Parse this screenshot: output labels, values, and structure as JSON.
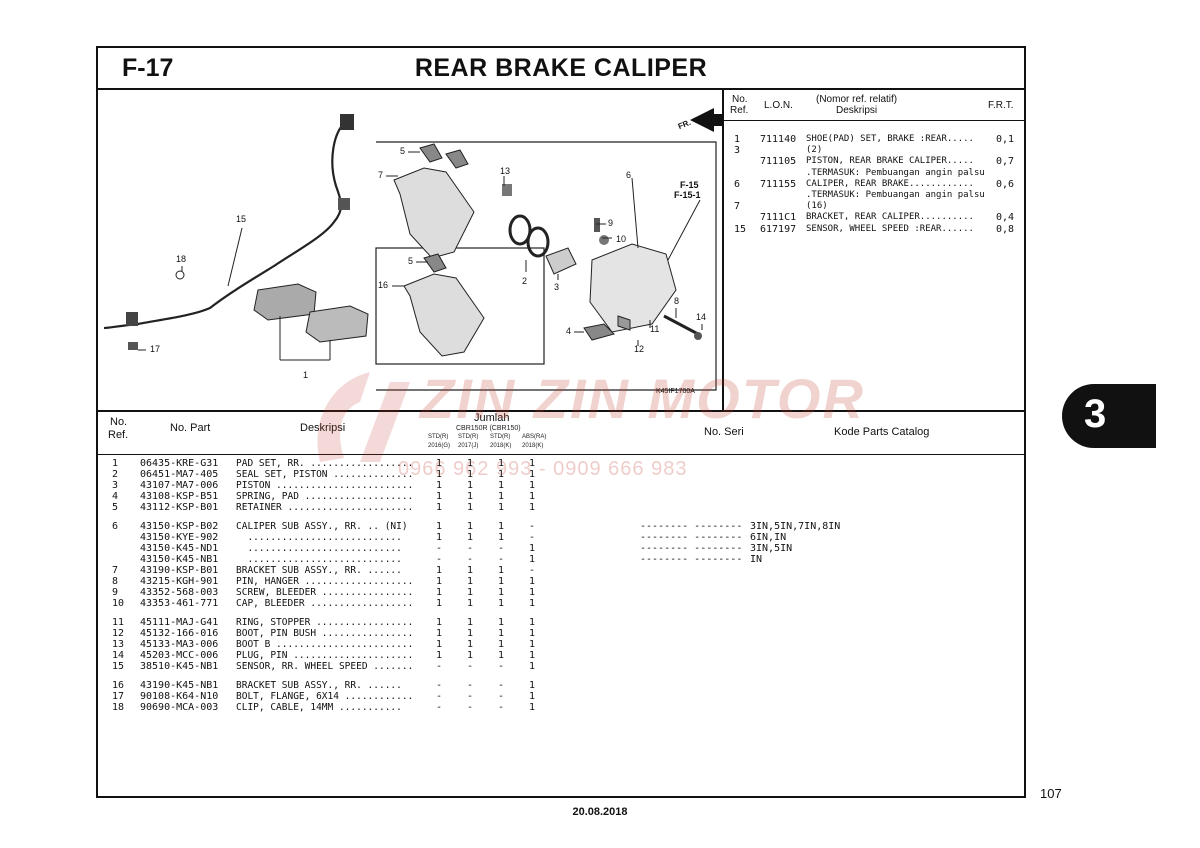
{
  "section": {
    "code": "F-17",
    "title": "REAR BRAKE CALIPER"
  },
  "frt_header": {
    "no_ref_1": "No.",
    "no_ref_2": "Ref.",
    "lon": "L.O.N.",
    "desc_1": "(Nomor ref. relatif)",
    "desc_2": "Deskripsi",
    "frt": "F.R.T."
  },
  "frt_rows": [
    {
      "ref": "1",
      "lon": "711140",
      "desc": "SHOE(PAD) SET, BRAKE :REAR.....",
      "frt": "0,1"
    },
    {
      "ref": "3",
      "lon": "",
      "desc": "(2)",
      "frt": ""
    },
    {
      "ref": "",
      "lon": "711105",
      "desc": "PISTON, REAR BRAKE CALIPER.....",
      "frt": "0,7"
    },
    {
      "ref": "",
      "lon": "",
      "desc": ".TERMASUK: Pembuangan angin palsu",
      "frt": ""
    },
    {
      "ref": "6",
      "lon": "711155",
      "desc": "CALIPER, REAR BRAKE............",
      "frt": "0,6"
    },
    {
      "ref": "",
      "lon": "",
      "desc": ".TERMASUK: Pembuangan angin palsu",
      "frt": ""
    },
    {
      "ref": "7",
      "lon": "",
      "desc": "(16)",
      "frt": ""
    },
    {
      "ref": "",
      "lon": "7111C1",
      "desc": "BRACKET, REAR CALIPER..........",
      "frt": "0,4"
    },
    {
      "ref": "15",
      "lon": "617197",
      "desc": "SENSOR, WHEEL SPEED :REAR......",
      "frt": "0,8"
    }
  ],
  "diagram": {
    "fr_label": "FR.",
    "ref_labels": [
      "F-15",
      "F-15-1"
    ],
    "callouts": [
      "1",
      "2",
      "3",
      "4",
      "5",
      "5",
      "6",
      "7",
      "8",
      "9",
      "10",
      "11",
      "12",
      "13",
      "14",
      "15",
      "16",
      "17",
      "18"
    ],
    "code": "K45IF1700A"
  },
  "parts_header": {
    "no_ref_1": "No.",
    "no_ref_2": "Ref.",
    "no_part": "No. Part",
    "desc": "Deskripsi",
    "jumlah": "Jumlah",
    "models": "CBR150R (CBR150)",
    "cols": [
      "STD(R)",
      "STD(R)",
      "STD(R)",
      "ABS(RA)"
    ],
    "years": [
      "2016(G)",
      "2017(J)",
      "2018(K)",
      "2018(K)"
    ],
    "no_seri": "No. Seri",
    "kode": "Kode Parts Catalog"
  },
  "parts": [
    {
      "ref": "1",
      "part": "06435-KRE-G31",
      "desc": "PAD SET, RR. ..................",
      "q": [
        "1",
        "1",
        "1",
        "1"
      ]
    },
    {
      "ref": "2",
      "part": "06451-MA7-405",
      "desc": "SEAL SET, PISTON ..............",
      "q": [
        "1",
        "1",
        "1",
        "1"
      ]
    },
    {
      "ref": "3",
      "part": "43107-MA7-006",
      "desc": "PISTON ........................",
      "q": [
        "1",
        "1",
        "1",
        "1"
      ]
    },
    {
      "ref": "4",
      "part": "43108-KSP-B51",
      "desc": "SPRING, PAD ...................",
      "q": [
        "1",
        "1",
        "1",
        "1"
      ]
    },
    {
      "ref": "5",
      "part": "43112-KSP-B01",
      "desc": "RETAINER ......................",
      "q": [
        "1",
        "1",
        "1",
        "1"
      ]
    },
    {
      "ref": "6",
      "part": "43150-KSP-B02",
      "desc": "CALIPER SUB ASSY., RR. .. (NI)",
      "q": [
        "1",
        "1",
        "1",
        "-"
      ],
      "seri": "3IN,5IN,7IN,8IN"
    },
    {
      "ref": "",
      "part": "43150-KYE-902",
      "desc": "  ...........................",
      "q": [
        "1",
        "1",
        "1",
        "-"
      ],
      "seri": "6IN,IN"
    },
    {
      "ref": "",
      "part": "43150-K45-ND1",
      "desc": "  ...........................",
      "q": [
        "-",
        "-",
        "-",
        "1"
      ],
      "seri": "3IN,5IN"
    },
    {
      "ref": "",
      "part": "43150-K45-NB1",
      "desc": "  ...........................",
      "q": [
        "-",
        "-",
        "-",
        "1"
      ],
      "seri": "IN"
    },
    {
      "ref": "7",
      "part": "43190-KSP-B01",
      "desc": "BRACKET SUB ASSY., RR. ......",
      "q": [
        "1",
        "1",
        "1",
        "-"
      ]
    },
    {
      "ref": "8",
      "part": "43215-KGH-901",
      "desc": "PIN, HANGER ...................",
      "q": [
        "1",
        "1",
        "1",
        "1"
      ]
    },
    {
      "ref": "9",
      "part": "43352-568-003",
      "desc": "SCREW, BLEEDER ................",
      "q": [
        "1",
        "1",
        "1",
        "1"
      ]
    },
    {
      "ref": "10",
      "part": "43353-461-771",
      "desc": "CAP, BLEEDER ..................",
      "q": [
        "1",
        "1",
        "1",
        "1"
      ]
    },
    {
      "ref": "11",
      "part": "45111-MAJ-G41",
      "desc": "RING, STOPPER .................",
      "q": [
        "1",
        "1",
        "1",
        "1"
      ]
    },
    {
      "ref": "12",
      "part": "45132-166-016",
      "desc": "BOOT, PIN BUSH ................",
      "q": [
        "1",
        "1",
        "1",
        "1"
      ]
    },
    {
      "ref": "13",
      "part": "45133-MA3-006",
      "desc": "BOOT B ........................",
      "q": [
        "1",
        "1",
        "1",
        "1"
      ]
    },
    {
      "ref": "14",
      "part": "45203-MCC-006",
      "desc": "PLUG, PIN .....................",
      "q": [
        "1",
        "1",
        "1",
        "1"
      ]
    },
    {
      "ref": "15",
      "part": "38510-K45-NB1",
      "desc": "SENSOR, RR. WHEEL SPEED .......",
      "q": [
        "-",
        "-",
        "-",
        "1"
      ]
    },
    {
      "ref": "16",
      "part": "43190-K45-NB1",
      "desc": "BRACKET SUB ASSY., RR. ......",
      "q": [
        "-",
        "-",
        "-",
        "1"
      ]
    },
    {
      "ref": "17",
      "part": "90108-K64-N10",
      "desc": "BOLT, FLANGE, 6X14 ............",
      "q": [
        "-",
        "-",
        "-",
        "1"
      ]
    },
    {
      "ref": "18",
      "part": "90690-MCA-003",
      "desc": "CLIP, CABLE, 14MM ...........",
      "q": [
        "-",
        "-",
        "-",
        "1"
      ]
    }
  ],
  "seri_dash": "-------- --------",
  "tab": "3",
  "watermark": {
    "brand": "ZIN ZIN MOTOR",
    "phone": "0966 962 993 - 0909 666 983"
  },
  "page_number": "107",
  "date": "20.08.2018"
}
